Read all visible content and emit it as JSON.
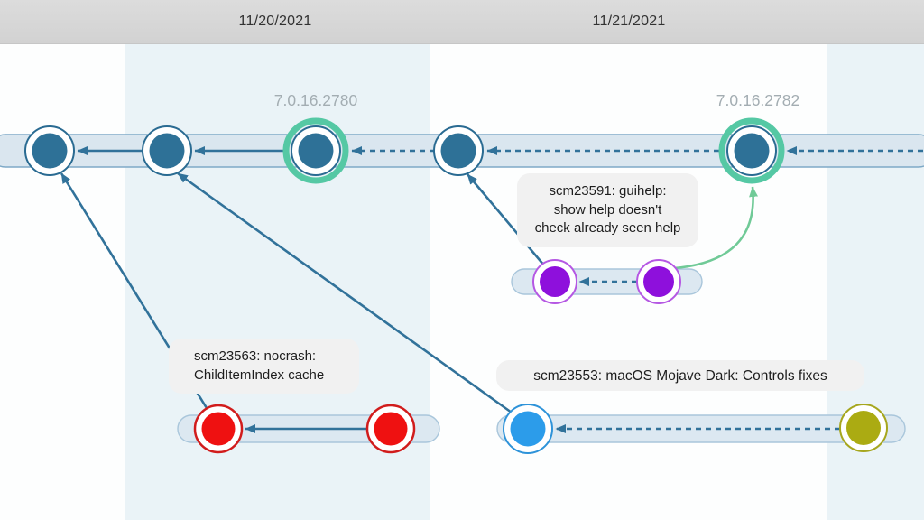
{
  "header": {
    "dates": [
      "11/20/2021",
      "11/21/2021"
    ]
  },
  "tags": [
    {
      "label": "7.0.16.2780"
    },
    {
      "label": "7.0.16.2782"
    }
  ],
  "branches": [
    {
      "id": "trunk",
      "changeset_count": 5,
      "node_color": "#2e7197",
      "tagged_changesets": [
        "7.0.16.2780",
        "7.0.16.2782"
      ]
    },
    {
      "id": "scm23591",
      "label": "scm23591: guihelp:\nshow help doesn't\ncheck already seen help",
      "changeset_count": 2,
      "node_color": "#8e10dc",
      "merged_into": "7.0.16.2782"
    },
    {
      "id": "scm23563",
      "label": "scm23563: nocrash:\nChildItemIndex cache",
      "changeset_count": 2,
      "node_color": "#ef1111"
    },
    {
      "id": "scm23553",
      "label": "scm23553: macOS Mojave Dark: Controls fixes",
      "changeset_count": 2,
      "node_color": "#2c9cea",
      "head_node_color": "#abab12"
    }
  ],
  "colors": {
    "header_bg": "#d6d6d6",
    "day_band": "#eaf3f7",
    "pipe_fill": "#dbe7f0",
    "pipe_stroke": "#87afcb",
    "edge": "#31729a",
    "merge_arrow": "#70ca97",
    "tag_ring": "#55c8a4",
    "tag_text": "#a3adb2",
    "bubble_bg": "#f1f1f1",
    "trunk_node": "#2e7197",
    "purple_node": "#8e10dc",
    "red_node": "#ef1111",
    "blue_node": "#2c9cea",
    "olive_node": "#abab12"
  }
}
